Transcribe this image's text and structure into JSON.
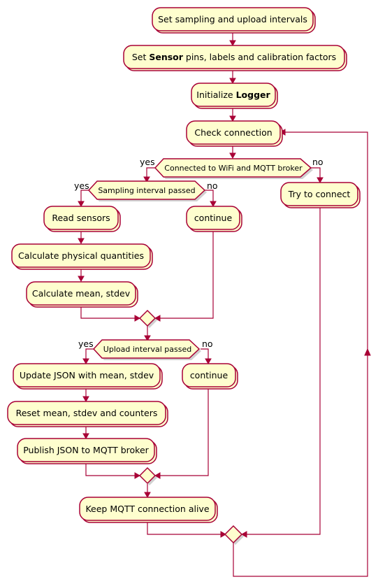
{
  "nodes": {
    "set_intervals": "Set sampling and upload intervals",
    "set_sensor_pre": "Set ",
    "set_sensor_bold": "Sensor",
    "set_sensor_post": " pins, labels and calibration factors",
    "init_pre": "Initialize ",
    "init_bold": "Logger",
    "check_connection": "Check connection",
    "try_connect": "Try to connect",
    "read_sensors": "Read sensors",
    "calc_physical": "Calculate physical quantities",
    "calc_mean": "Calculate mean, stdev",
    "continue_1": "continue",
    "update_json": "Update JSON with mean, stdev",
    "reset_mean": "Reset mean, stdev and counters",
    "publish_json": "Publish JSON to MQTT broker",
    "continue_2": "continue",
    "keep_alive": "Keep MQTT connection alive"
  },
  "decisions": {
    "connected": "Connected to WiFi and MQTT broker",
    "sampling": "Sampling interval passed",
    "upload": "Upload interval passed"
  },
  "branch_labels": {
    "yes": "yes",
    "no": "no"
  },
  "colors": {
    "node_fill": "#FEFECE",
    "border": "#A80036"
  }
}
